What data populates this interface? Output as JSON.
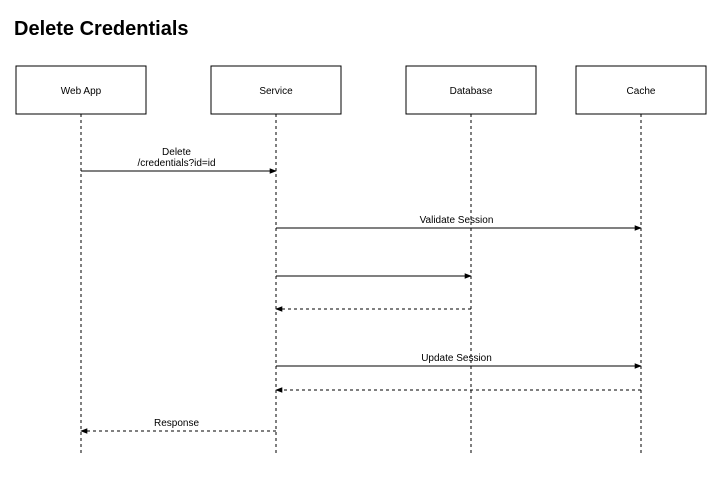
{
  "title": "Delete Credentials",
  "participants": [
    {
      "id": "webapp",
      "label": "Web App"
    },
    {
      "id": "service",
      "label": "Service"
    },
    {
      "id": "database",
      "label": "Database"
    },
    {
      "id": "cache",
      "label": "Cache"
    }
  ],
  "messages": [
    {
      "from": "webapp",
      "to": "service",
      "style": "solid",
      "label_lines": [
        "Delete",
        "/credentials?id=id"
      ]
    },
    {
      "from": "service",
      "to": "cache",
      "style": "solid",
      "label_lines": [
        "Validate Session"
      ]
    },
    {
      "from": "service",
      "to": "database",
      "style": "solid",
      "label_lines": []
    },
    {
      "from": "database",
      "to": "service",
      "style": "dashed",
      "label_lines": []
    },
    {
      "from": "service",
      "to": "cache",
      "style": "solid",
      "label_lines": [
        "Update Session"
      ]
    },
    {
      "from": "cache",
      "to": "service",
      "style": "dashed",
      "label_lines": []
    },
    {
      "from": "service",
      "to": "webapp",
      "style": "dashed",
      "label_lines": [
        "Response"
      ]
    }
  ]
}
